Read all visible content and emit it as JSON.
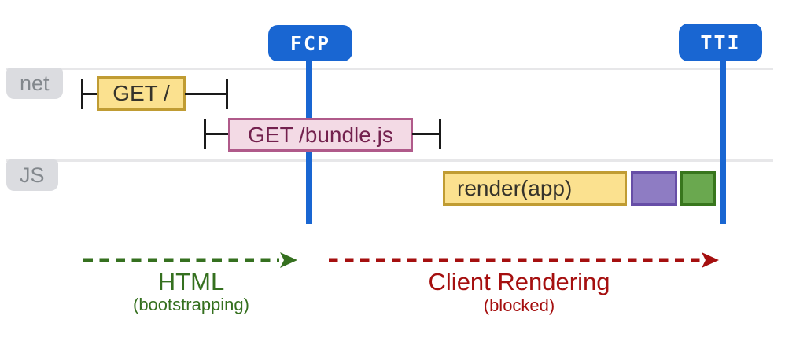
{
  "title": "Client-side rendering timeline diagram",
  "colors": {
    "blue": "#1966D2",
    "track_line": "#E7E7E9",
    "tag_bg": "#DBDCE0",
    "tag_text": "#82878C",
    "yellow_fill": "#FBE18F",
    "yellow_border": "#C09C33",
    "box_text_dark": "#35332B",
    "pink_fill": "#F3DAE5",
    "pink_border": "#B05A8A",
    "pink_text": "#73214E",
    "purple_fill": "#8E7CC3",
    "purple_border": "#674EA7",
    "green_fill": "#6AA84F",
    "green_border": "#38761D",
    "phase_green": "#35701F",
    "phase_red": "#A50F0F",
    "tick_black": "#1A1A1A"
  },
  "markers": {
    "fcp_label": "FCP",
    "tti_label": "TTI"
  },
  "tracks": {
    "net_label": "net",
    "js_label": "JS"
  },
  "requests": {
    "get_root": "GET /",
    "get_bundle": "GET /bundle.js"
  },
  "tasks": {
    "render_app": "render(app)"
  },
  "phases": {
    "html": {
      "label": "HTML",
      "sublabel": "(bootstrapping)"
    },
    "client_rendering": {
      "label": "Client Rendering",
      "sublabel": "(blocked)"
    }
  }
}
